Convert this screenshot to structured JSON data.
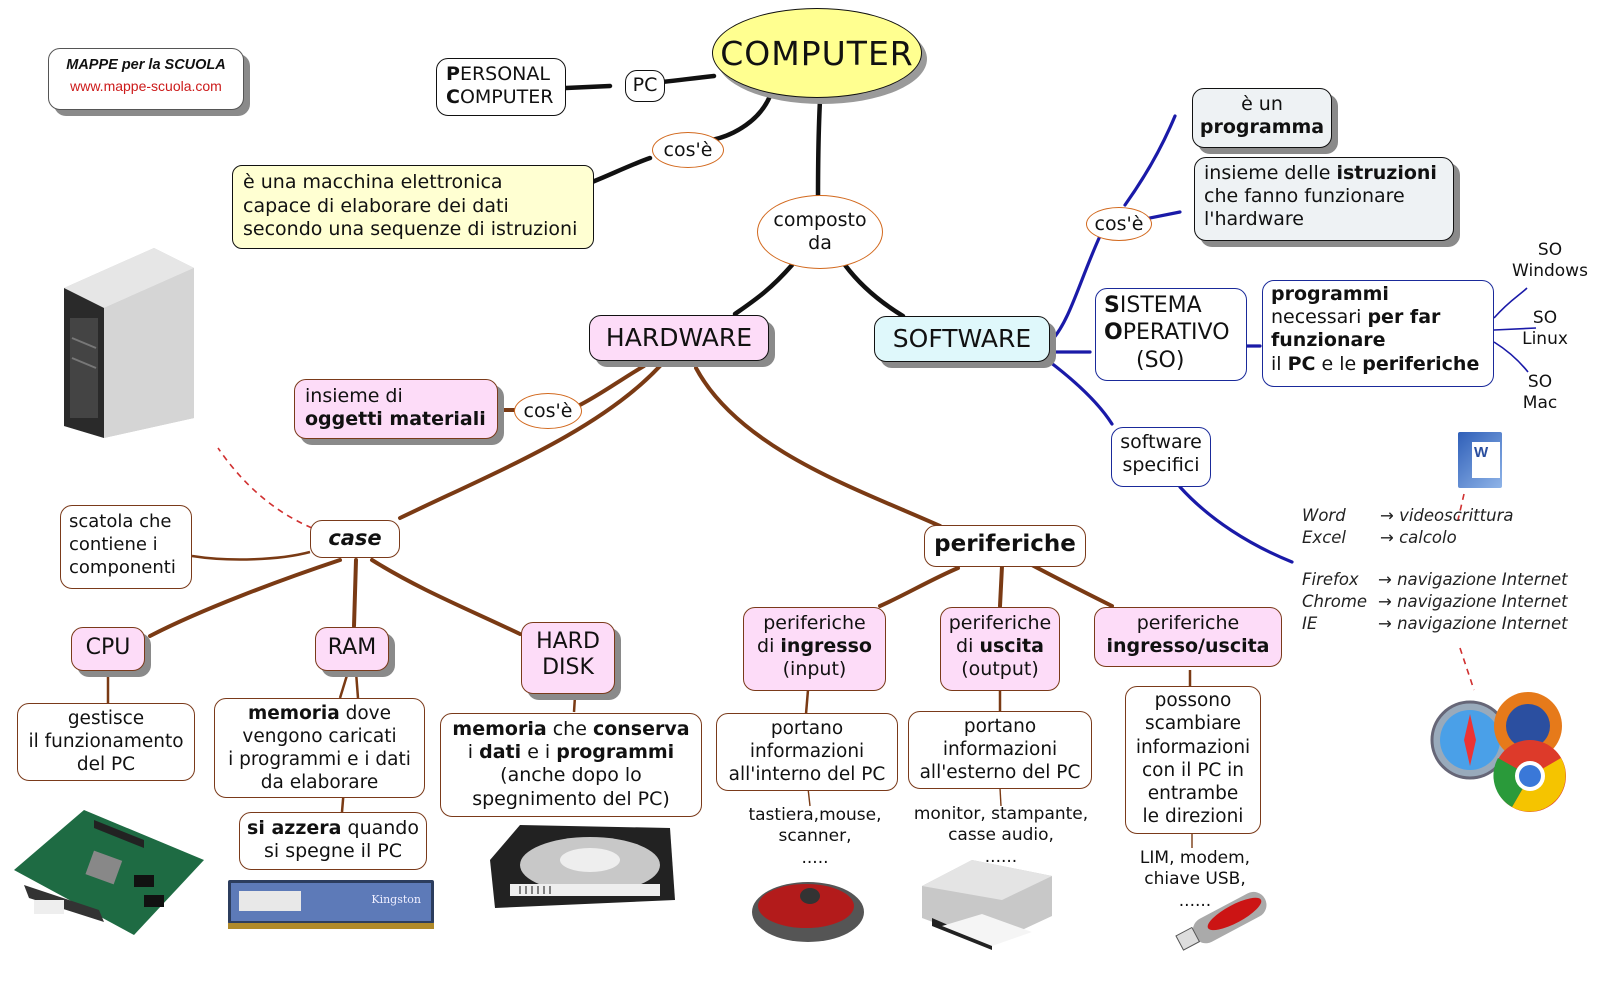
{
  "brand": {
    "title": "MAPPE per la SCUOLA",
    "url": "www.mappe-scuola.com"
  },
  "root": {
    "label": "COMPUTER"
  },
  "personal_computer": {
    "p": "P",
    "line1": "ERSONAL",
    "c": "C",
    "line2": "OMPUTER"
  },
  "pc_link": "PC",
  "cose_links": {
    "root": "cos'è",
    "hardware": "cos'è",
    "software": "cos'è"
  },
  "definition": [
    "è una macchina elettronica",
    "capace di elaborare dei dati",
    "secondo una sequenze di istruzioni"
  ],
  "composto": [
    "composto",
    "da"
  ],
  "hardware": {
    "label": "HARDWARE",
    "definition": {
      "line1": "insieme di",
      "line2_bold": "oggetti materiali"
    },
    "case": {
      "label": "case",
      "description": [
        "scatola che",
        "contiene i",
        "componenti"
      ],
      "cpu": {
        "label": "CPU",
        "description": [
          "gestisce",
          "il funzionamento",
          "del PC"
        ]
      },
      "ram": {
        "label": "RAM",
        "description": {
          "bold": "memoria",
          "rest1": " dove",
          "line2": "vengono caricati",
          "line3": "i programmi e i dati",
          "line4": "da elaborare"
        },
        "note": {
          "bold": "si azzera",
          "rest1": " quando",
          "line2": "si spegne il PC"
        }
      },
      "hdd": {
        "label": [
          "HARD",
          "DISK"
        ],
        "description": {
          "b1": "memoria",
          "t1": " che ",
          "b2": "conserva",
          "t2": "i ",
          "b3": "dati",
          "t3": " e i ",
          "b4": "programmi",
          "line3": "(anche dopo lo",
          "line4": "spegnimento del PC)"
        }
      }
    },
    "peripherals": {
      "label": "periferiche",
      "input": {
        "line1": "periferiche",
        "pre": "di ",
        "bold": "ingresso",
        "line3": "(input)",
        "description": [
          "portano",
          "informazioni",
          "all'interno del PC"
        ],
        "examples": [
          "tastiera,mouse,",
          "scanner,",
          "....."
        ]
      },
      "output": {
        "line1": "periferiche",
        "pre": "di ",
        "bold": "uscita",
        "line3": "(output)",
        "description": [
          "portano",
          "informazioni",
          "all'esterno del PC"
        ],
        "examples": [
          "monitor, stampante,",
          "casse audio,",
          "......"
        ]
      },
      "io": {
        "line1": "periferiche",
        "bold": "ingresso/uscita",
        "description": [
          "possono",
          "scambiare",
          "informazioni",
          "con il PC in",
          "entrambe",
          "le direzioni"
        ],
        "examples": [
          "LIM, modem,",
          "chiave USB,",
          "......"
        ]
      }
    }
  },
  "software": {
    "label": "SOFTWARE",
    "is_program": {
      "line1": "è un",
      "bold": "programma"
    },
    "instructions": {
      "pre": "insieme delle ",
      "bold": "istruzioni",
      "line2": "che fanno funzionare",
      "line3": "l'hardware"
    },
    "os": {
      "s": "S",
      "l1": "ISTEMA",
      "o": "O",
      "l2": "PERATIVO",
      "l3": "(SO)"
    },
    "os_definition": {
      "b1": "programmi",
      "t2": "necessari ",
      "b2": "per far",
      "b3": "funzionare",
      "t4a": "il ",
      "b4": "PC",
      "t4b": " e le ",
      "b5": "periferiche"
    },
    "os_examples": [
      [
        "SO",
        "Windows"
      ],
      [
        "SO",
        "Linux"
      ],
      [
        "SO",
        "Mac"
      ]
    ],
    "specific": {
      "label": [
        "software",
        "specifici"
      ]
    },
    "apps": [
      {
        "name": "Word",
        "use": "→ videoscrittura"
      },
      {
        "name": "Excel",
        "use": "→ calcolo"
      },
      {
        "name": "Firefox",
        "use": "→ navigazione Internet"
      },
      {
        "name": "Chrome",
        "use": "→ navigazione Internet"
      },
      {
        "name": "IE",
        "use": "→ navigazione Internet"
      }
    ]
  },
  "images": {
    "tower": "pc-tower-image",
    "motherboard": "motherboard-image",
    "ram": "ram-module-image",
    "ram_brand": "Kingston",
    "hdd": "hard-disk-image",
    "mouse": "mouse-image",
    "printer": "printer-image",
    "usb": "usb-key-image",
    "word": "word-icon-image",
    "browsers": "browser-icons-image"
  },
  "colors": {
    "hardware_link": "#7a3a14",
    "software_link": "#1a1aa8",
    "root_link": "#111111",
    "ellipse_border": "#d2691e",
    "brand_url": "#cc1a1a"
  }
}
